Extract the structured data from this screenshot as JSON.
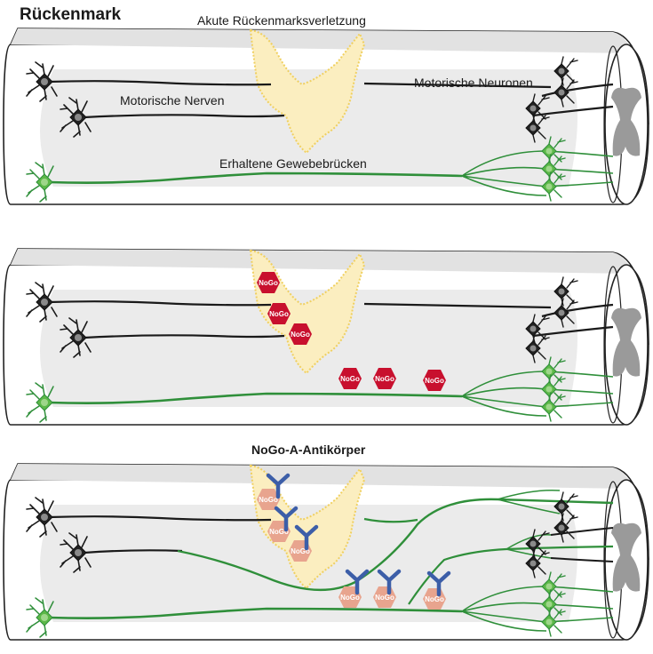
{
  "title": "Rückenmark",
  "labels": {
    "injury": "Akute Rückenmarksverletzung",
    "motor_nerves": "Motorische Nerven",
    "motor_neurons": "Motorische Neuronen",
    "tissue_bridges": "Erhaltene Gewebebrücken",
    "antibody": "NoGo-A-Antikörper"
  },
  "nogo_label": "NoGo",
  "colors": {
    "tube_fill": "#ffffff",
    "tube_inner": "#e6e6e6",
    "tube_outline": "#222222",
    "lesion_fill": "#fbeec0",
    "lesion_edge": "#f0d060",
    "nerve_black": "#1a1a1a",
    "nerve_green": "#2f8f3a",
    "neuron_green": "#5cb848",
    "nogo_red": "#c8102e",
    "nogo_faded": "#e8a48e",
    "antibody_blue": "#3c5ea8",
    "grey_matter": "#9a9a9a"
  },
  "icons": [
    "neuron-icon",
    "nogo-hexagon-icon",
    "antibody-icon",
    "grey-matter-icon"
  ]
}
